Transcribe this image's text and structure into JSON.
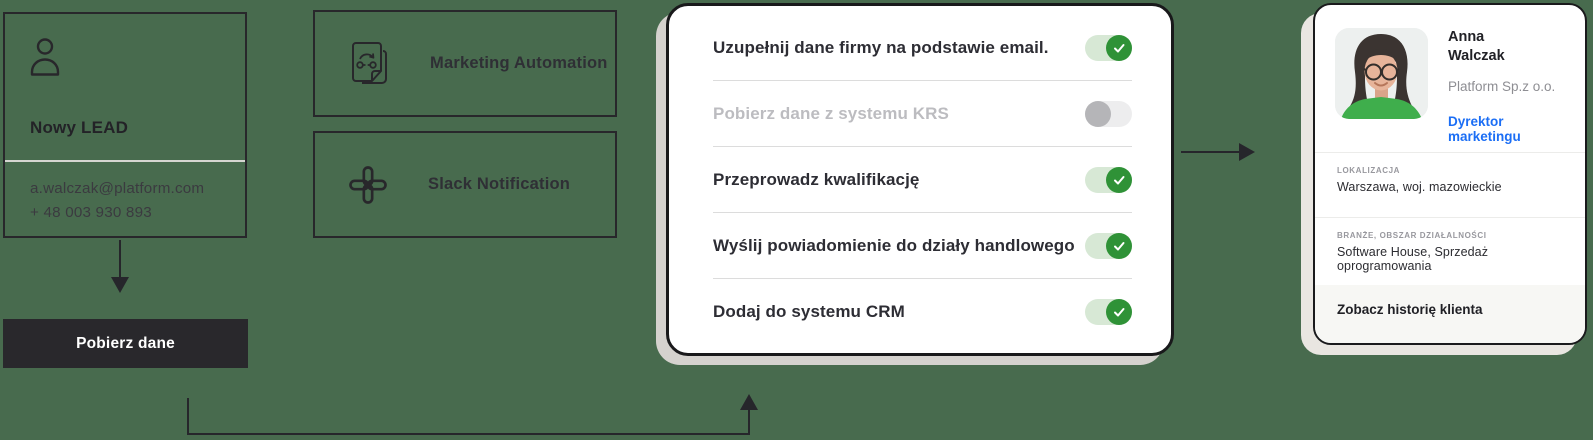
{
  "colors": {
    "background": "#486B4E",
    "node_border": "#28272B",
    "button_background": "#29282C",
    "toggle_on_knob": "#2F9237",
    "toggle_on_track": "#D7E8D5",
    "toggle_off_knob": "#B5B5B8",
    "toggle_off_track": "#EDEDEE",
    "link_blue": "#1B6EF5"
  },
  "lead_box": {
    "icon": "person-icon",
    "title": "Nowy LEAD",
    "email": "a.walczak@platform.com",
    "phone": "+ 48 003 930 893"
  },
  "action_button": {
    "label": "Pobierz dane"
  },
  "integration_boxes": [
    {
      "icon": "document-flow-icon",
      "label": "Marketing Automation"
    },
    {
      "icon": "slack-icon",
      "label": "Slack Notification"
    }
  ],
  "automation_card": {
    "steps": [
      {
        "label": "Uzupełnij dane firmy na podstawie email.",
        "enabled": true
      },
      {
        "label": "Pobierz dane z systemu KRS",
        "enabled": false
      },
      {
        "label": "Przeprowadz kwalifikację",
        "enabled": true
      },
      {
        "label": "Wyślij powiadomienie do działy handlowego",
        "enabled": true
      },
      {
        "label": "Dodaj do systemu CRM",
        "enabled": true
      }
    ],
    "toggle_icon": "check-icon"
  },
  "contact_card": {
    "avatar": "anna-walczak-photo",
    "first_name": "Anna",
    "last_name": "Walczak",
    "company": "Platform Sp.z o.o.",
    "role_link": "Dyrektor marketingu",
    "location_label": "LOKALIZACJA",
    "location_value": "Warszawa, woj. mazowieckie",
    "industry_label": "BRANŻE, OBSZAR DZIAŁALNOŚCI",
    "industry_value": "Software House, Sprzedaż oprogramowania",
    "footer_link": "Zobacz historię klienta"
  }
}
